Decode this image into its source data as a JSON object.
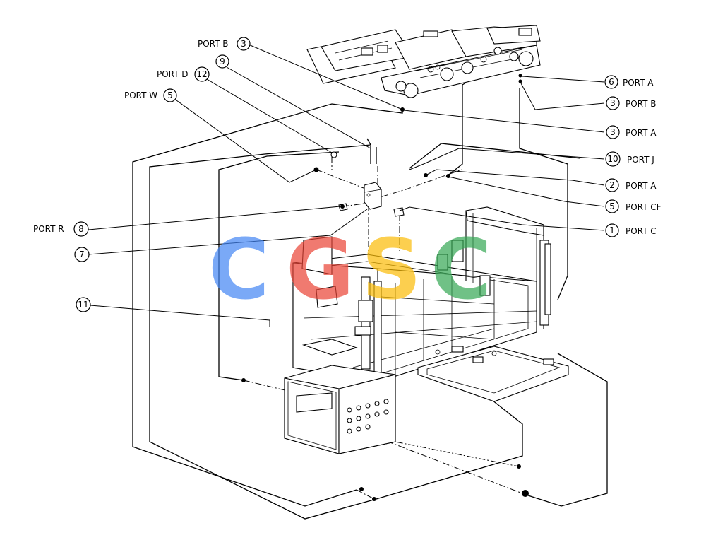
{
  "watermark": {
    "letters": [
      "C",
      "G",
      "S",
      "C"
    ],
    "colors": [
      "#4285f4",
      "#ea4335",
      "#fbbc05",
      "#34a853"
    ]
  },
  "callouts": {
    "port_b_3_top": {
      "port": "PORT B",
      "num": "3"
    },
    "num_9": {
      "num": "9"
    },
    "port_d_12": {
      "port": "PORT D",
      "num": "12"
    },
    "port_w_5": {
      "port": "PORT W",
      "num": "5"
    },
    "port_r_8": {
      "port": "PORT R",
      "num": "8"
    },
    "num_7": {
      "num": "7"
    },
    "num_11": {
      "num": "11"
    },
    "port_a_6": {
      "port": "PORT A",
      "num": "6"
    },
    "port_b_3_right": {
      "port": "PORT B",
      "num": "3"
    },
    "port_a_3": {
      "port": "PORT A",
      "num": "3"
    },
    "port_j_10": {
      "port": "PORT J",
      "num": "10"
    },
    "port_a_2": {
      "port": "PORT A",
      "num": "2"
    },
    "port_cf_5": {
      "port": "PORT CF",
      "num": "5"
    },
    "port_c_1": {
      "port": "PORT C",
      "num": "1"
    }
  }
}
